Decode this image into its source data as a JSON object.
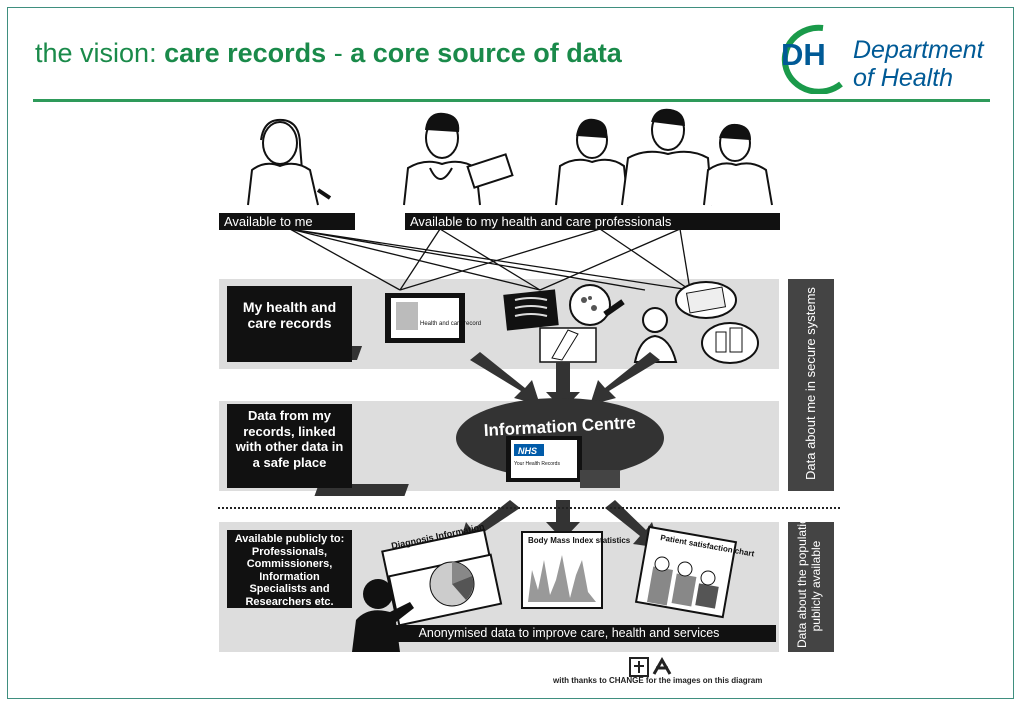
{
  "header": {
    "title_prefix": "the vision: ",
    "title_bold_1": "care records",
    "title_sep": " - ",
    "title_bold_2": "a core source of data"
  },
  "logo": {
    "initials": "DH",
    "line1": "Department",
    "line2": "of Health",
    "color": "#005a96"
  },
  "people": {
    "label_me": "Available to me",
    "label_professionals": "Available to my health and care professionals"
  },
  "rows": {
    "records": "My health and care records",
    "linked": "Data from my records, linked with other data in a safe place",
    "public": "Available publicly to: Professionals, Commissioners, Information Specialists and Researchers etc."
  },
  "information_centre": {
    "label": "Information Centre",
    "screen_brand": "NHS",
    "screen_sub": "Your Health Records"
  },
  "monitor_screen_text": "Health and care record",
  "charts": {
    "diagnosis": "Diagnosis Information",
    "bmi": "Body Mass Index statistics",
    "satisfaction": "Patient satisfaction chart"
  },
  "side": {
    "secure": "Data about me in secure systems",
    "public_line1": "Data about the population",
    "public_line2": "publicly available"
  },
  "footer": {
    "anonymised": "Anonymised data to improve care, health and services",
    "thanks": "with thanks to CHANGE for the images on this diagram"
  },
  "colors": {
    "title_green": "#1a8a4a",
    "rule_green": "#2e9a5a",
    "band_grey": "#dddddd",
    "label_black": "#111111"
  }
}
